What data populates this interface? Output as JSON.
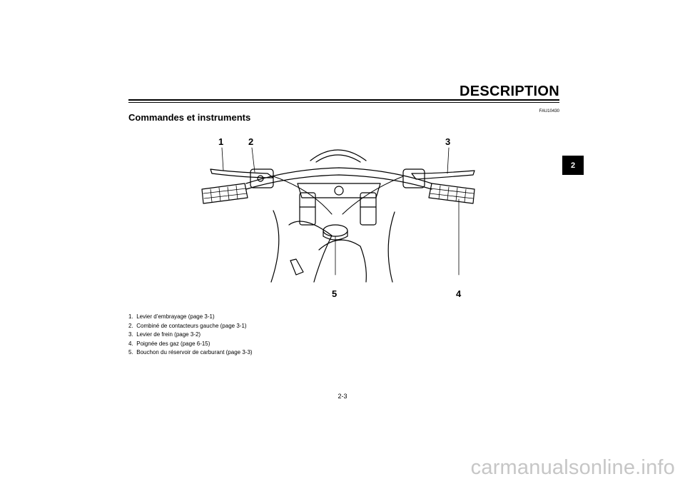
{
  "header": {
    "section_title": "DESCRIPTION",
    "reference_code": "FAU10430",
    "chapter_tab": "2"
  },
  "main": {
    "heading": "Commandes et instruments",
    "illustration_callouts": [
      "1",
      "2",
      "3",
      "4",
      "5"
    ],
    "legend": [
      {
        "num": "1.",
        "text": "Levier d’embrayage (page 3-1)"
      },
      {
        "num": "2.",
        "text": "Combiné de contacteurs gauche (page 3-1)"
      },
      {
        "num": "3.",
        "text": "Levier de frein (page 3-2)"
      },
      {
        "num": "4.",
        "text": "Poignée des gaz (page 6-15)"
      },
      {
        "num": "5.",
        "text": "Bouchon du réservoir de carburant (page 3-3)"
      }
    ]
  },
  "footer": {
    "page_number": "2-3",
    "watermark": "carmanualsonline.info"
  }
}
